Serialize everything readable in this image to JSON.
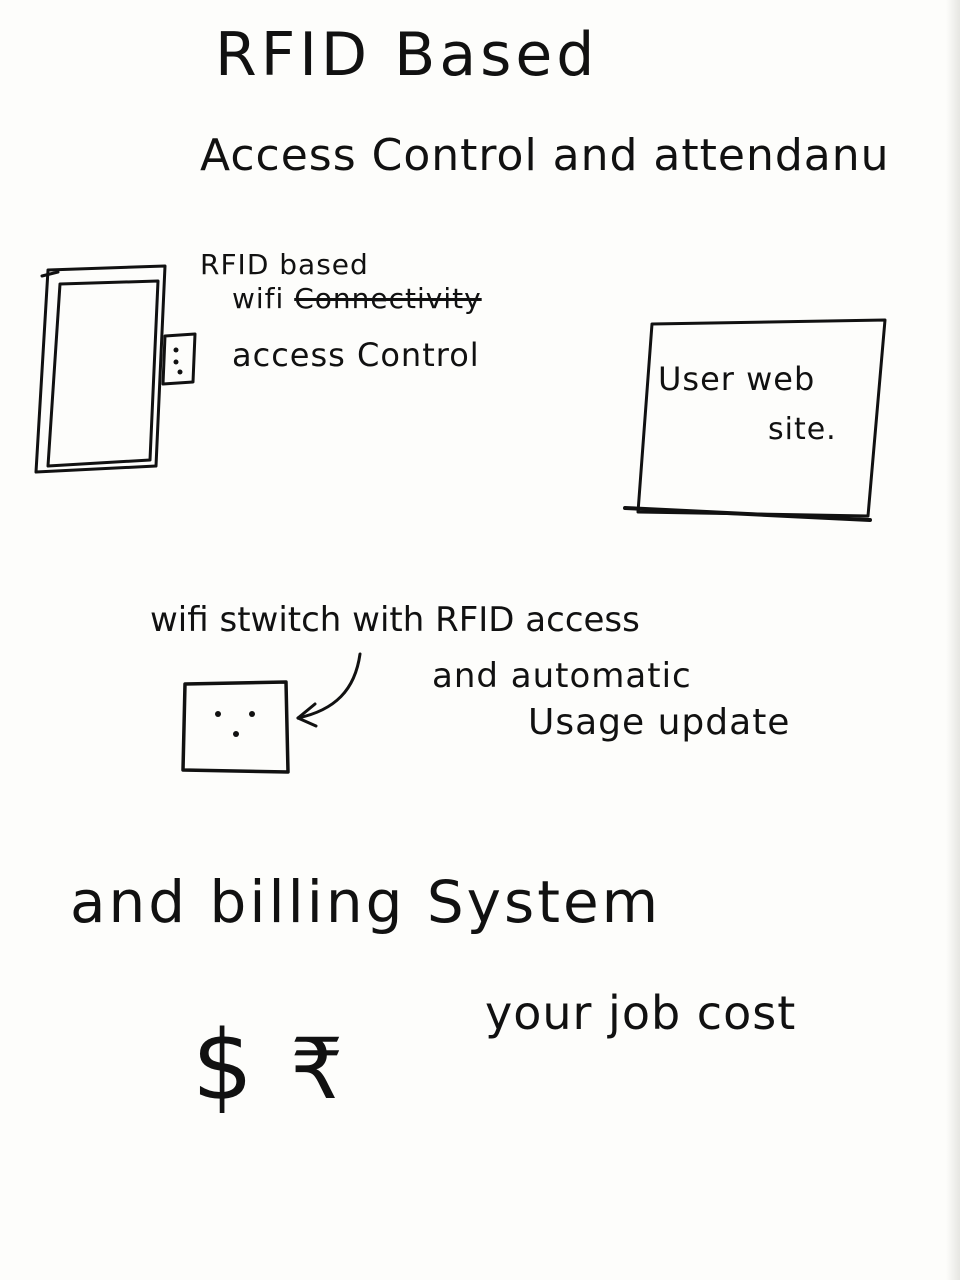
{
  "title": {
    "line1": "RFID Based",
    "line2": "Access Control and attendanu"
  },
  "door": {
    "label_line1": "RFID based",
    "label_line2_prefix": "wifi ",
    "label_line2_struck": "Connectivity",
    "label_line3": "access Control"
  },
  "website": {
    "label_line1": "User web",
    "label_line2": "site."
  },
  "switch": {
    "label_line1": "wifi stwitch with RFID access",
    "label_line2": "and automatic",
    "label_line3": "Usage update"
  },
  "billing": {
    "label": "and billing System",
    "job_cost": "your job cost",
    "currency_dollar": "$",
    "currency_rupee": "₹"
  }
}
